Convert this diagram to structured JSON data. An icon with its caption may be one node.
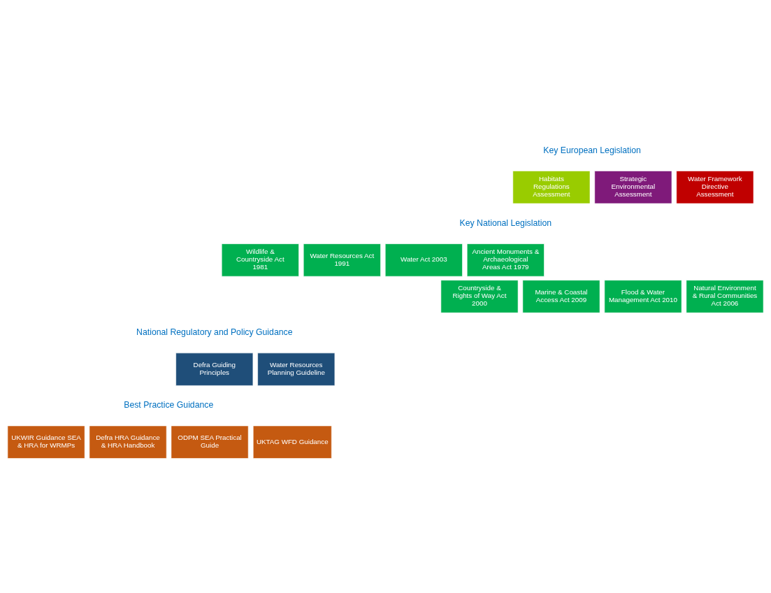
{
  "diagram": {
    "nodes": [
      {
        "text": [
          "Habitats Regulations Assessment"
        ]
      },
      {
        "text": [
          "Strategic Environmental Assessment"
        ]
      },
      {
        "text": [
          "Water Framework Directive Assessment"
        ]
      },
      {
        "text": [
          "Wildlife & Countryside Act 1981"
        ]
      },
      {
        "text": [
          "Water Resources Act 1991"
        ]
      },
      {
        "text": [
          "Water Act 2003"
        ]
      },
      {
        "text": [
          "Ancient Monuments & Archaeological Areas Act 1979"
        ]
      },
      {
        "text": [
          "Countryside & Rights of Way Act 2000"
        ]
      },
      {
        "text": [
          "Marine & Coastal Access Act 2009"
        ]
      },
      {
        "text": [
          "Flood & Water Management Act 2010"
        ]
      },
      {
        "text": [
          "Natural Environment & Rural Communities Act 2006"
        ]
      },
      {
        "text": [
          "Defra Guiding Principles"
        ]
      },
      {
        "text": [
          "Water Resources Planning Guideline"
        ]
      },
      {
        "text": [
          "UKWIR Guidance SEA & HRA for WRMPs"
        ]
      },
      {
        "text": [
          "Defra HRA Guidance & HRA Handbook"
        ]
      },
      {
        "text": [
          "ODPM SEA Practical Guide"
        ]
      },
      {
        "text": [
          "UKTAG WFD Guidance"
        ]
      }
    ],
    "labels": [
      "Key European Legislation",
      "Key National Legislation",
      "National Regulatory and Policy Guidance",
      "Best Practice Guidance"
    ]
  }
}
